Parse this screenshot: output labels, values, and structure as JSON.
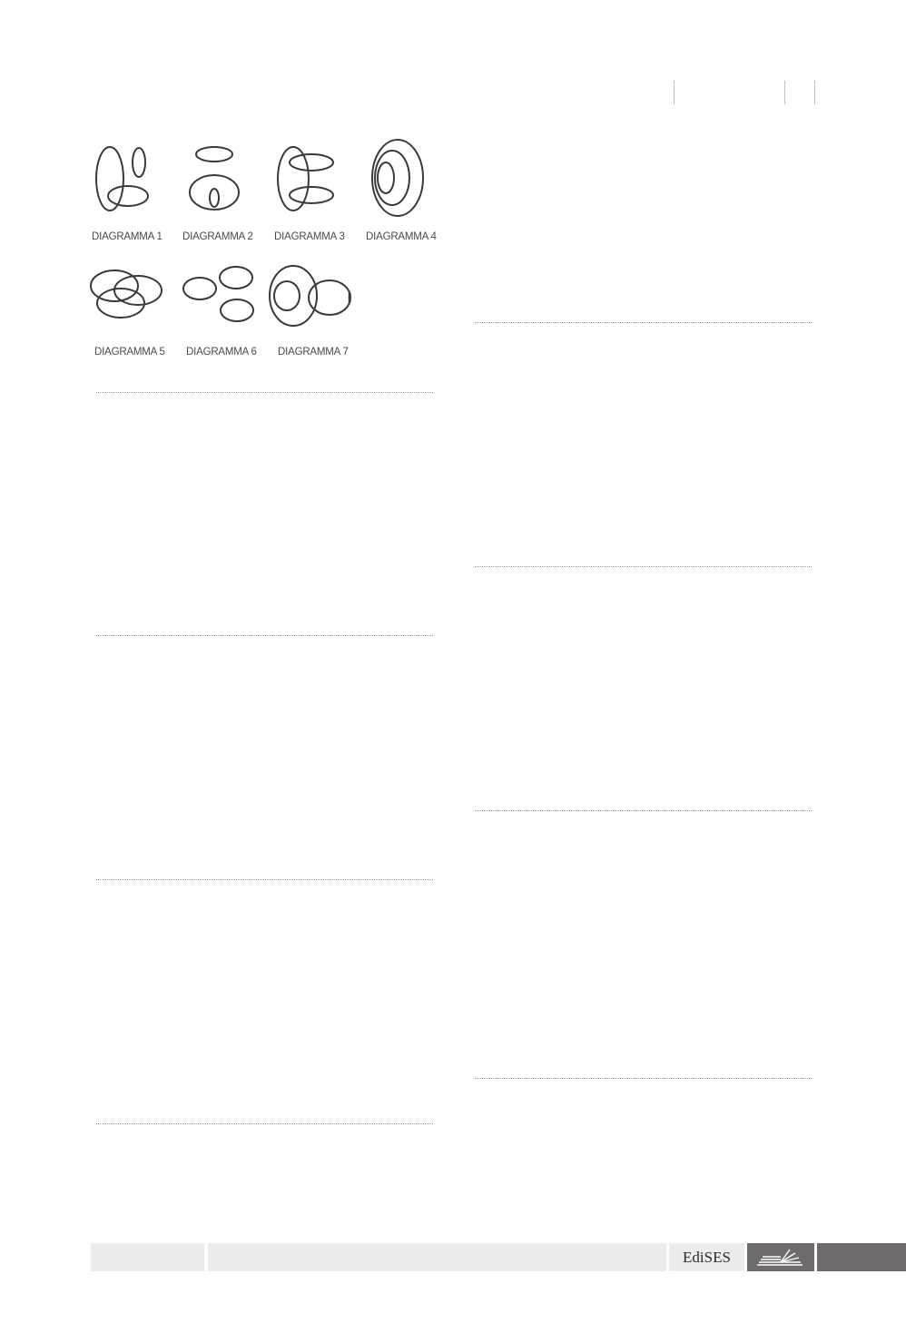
{
  "diagrams": {
    "captions": [
      "DIAGRAMMA 1",
      "DIAGRAMMA 2",
      "DIAGRAMMA 3",
      "DIAGRAMMA 4",
      "DIAGRAMMA 5",
      "DIAGRAMMA 6",
      "DIAGRAMMA 7"
    ]
  },
  "footer": {
    "publisher": "EdiSES",
    "publisher_icon": "open-book-icon",
    "band_light_color": "#ececec",
    "band_dark_color": "#6f6b6a"
  }
}
